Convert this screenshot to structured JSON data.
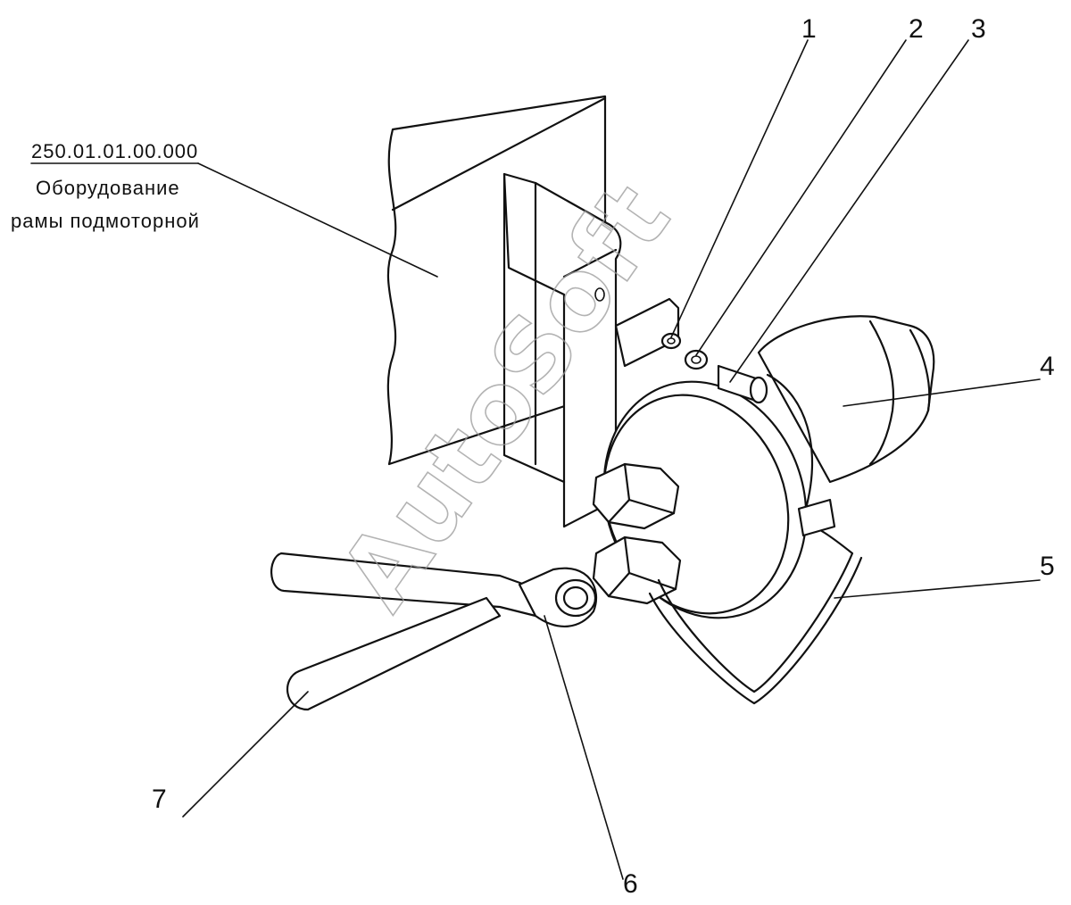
{
  "reference": {
    "part_number": "250.01.01.00.000",
    "description_line1": "Оборудование",
    "description_line2": "рамы подмоторной"
  },
  "callouts": [
    {
      "num": "1"
    },
    {
      "num": "2"
    },
    {
      "num": "3"
    },
    {
      "num": "4"
    },
    {
      "num": "5"
    },
    {
      "num": "6"
    },
    {
      "num": "7"
    }
  ],
  "watermark": "AutoSoft"
}
